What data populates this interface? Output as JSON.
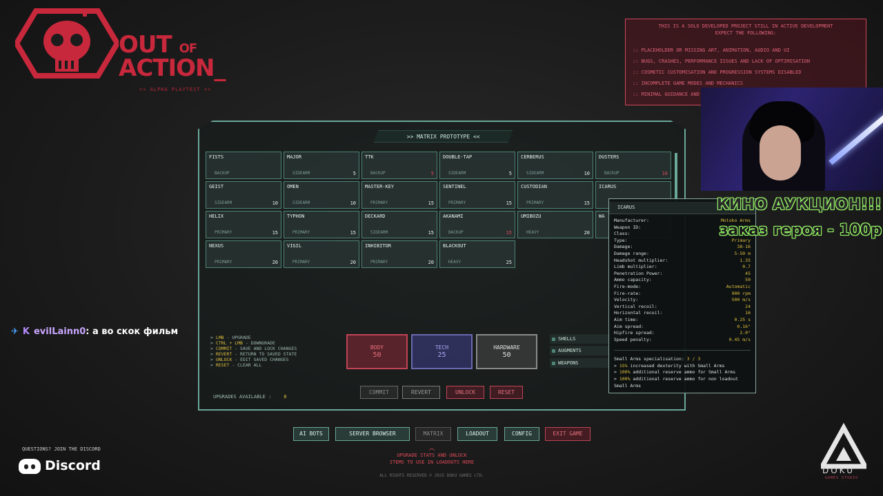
{
  "logo": {
    "line1": "OUT",
    "of": "OF",
    "line2": "ACTION_",
    "subtitle": ">> ALPHA PLAYTEST <<"
  },
  "notice": {
    "header": [
      "THIS IS A SOLO DEVELOPED PROJECT STILL IN ACTIVE DEVELOPMENT",
      "EXPECT THE FOLLOWING:"
    ],
    "items": [
      ":: PLACEHOLDER OR MISSING ART, ANIMATION, AUDIO AND UI",
      ":: BUGS, CRASHES, PERFORMANCE ISSUES AND LACK OF OPTIMISATION",
      ":: COSMETIC CUSTOMISATION AND PROGRESSION SYSTEMS DISABLED",
      ":: INCOMPLETE GAME MODES AND MECHANICS",
      ":: MINIMAL GUIDANCE AND"
    ]
  },
  "panel": {
    "title": ">> MATRIX PROTOTYPE <<"
  },
  "weapons": [
    {
      "name": "FISTS",
      "class": "BACKUP",
      "cost": ""
    },
    {
      "name": "MAJOR",
      "class": "SIDEARM",
      "cost": "5"
    },
    {
      "name": "TTK",
      "class": "BACKUP",
      "cost": "5",
      "red": true
    },
    {
      "name": "DOUBLE-TAP",
      "class": "SIDEARM",
      "cost": "5"
    },
    {
      "name": "CERBERUS",
      "class": "SIDEARM",
      "cost": "10"
    },
    {
      "name": "DUSTERS",
      "class": "BACKUP",
      "cost": "10",
      "red": true
    },
    {
      "name": "GEIST",
      "class": "SIDEARM",
      "cost": "10"
    },
    {
      "name": "OMEN",
      "class": "SIDEARM",
      "cost": "10"
    },
    {
      "name": "MASTER-KEY",
      "class": "PRIMARY",
      "cost": "15"
    },
    {
      "name": "SENTINEL",
      "class": "PRIMARY",
      "cost": "15"
    },
    {
      "name": "CUSTODIAN",
      "class": "PRIMARY",
      "cost": "15"
    },
    {
      "name": "ICARUS",
      "class": "",
      "cost": ""
    },
    {
      "name": "HELIX",
      "class": "PRIMARY",
      "cost": "15"
    },
    {
      "name": "TYPHON",
      "class": "PRIMARY",
      "cost": "15"
    },
    {
      "name": "DECKARD",
      "class": "SIDEARM",
      "cost": "15"
    },
    {
      "name": "AKANAMI",
      "class": "BACKUP",
      "cost": "15",
      "red": true
    },
    {
      "name": "UMIBOZU",
      "class": "HEAVY",
      "cost": "20"
    },
    {
      "name": "WA",
      "class": "",
      "cost": ""
    },
    {
      "name": "NEXUS",
      "class": "PRIMARY",
      "cost": "20"
    },
    {
      "name": "VIGIL",
      "class": "PRIMARY",
      "cost": "20"
    },
    {
      "name": "INHIBITOR",
      "class": "PRIMARY",
      "cost": "20"
    },
    {
      "name": "BLACKOUT",
      "class": "HEAVY",
      "cost": "25"
    }
  ],
  "hints": [
    {
      "key": "LMB",
      "text": " - Upgrade"
    },
    {
      "key": "CTRL + LMB",
      "text": " - Downgrade"
    },
    {
      "key": "COMMIT",
      "text": " - save and lock changes"
    },
    {
      "key": "REVERT",
      "text": " - return to saved state"
    },
    {
      "key": "UNLOCK",
      "text": " - edit saved changes"
    },
    {
      "key": "RESET",
      "text": " - clear all"
    }
  ],
  "upgrades": {
    "label": "UPGRADES AVAILABLE :",
    "value": "0"
  },
  "stats": {
    "body": {
      "label": "BODY",
      "value": "50"
    },
    "tech": {
      "label": "TECH",
      "value": "25"
    },
    "hardware": {
      "label": "HARDWARE",
      "value": "50"
    }
  },
  "side_list": [
    "SHELLS",
    "AUGMENTS",
    "WEAPONS"
  ],
  "actions": {
    "commit": "COMMIT",
    "revert": "REVERT",
    "unlock": "UNLOCK",
    "reset": "RESET"
  },
  "tooltip": {
    "title": "ICARUS",
    "rows": [
      {
        "k": "Manufacturer:",
        "v": "Motoko Arms"
      },
      {
        "k": "Weapon ID:",
        "v": ""
      },
      {
        "k": "Class:",
        "v": ""
      },
      {
        "k": "Type:",
        "v": "Primary"
      },
      {
        "k": "Damage:",
        "v": "38-16"
      },
      {
        "k": "Damage range:",
        "v": "5-50 m"
      },
      {
        "k": "Headshot multiplier:",
        "v": "1.35"
      },
      {
        "k": "Limb multiplier:",
        "v": "0.7"
      },
      {
        "k": "Penetration Power:",
        "v": "45"
      },
      {
        "k": "Ammo capacity:",
        "v": "50"
      },
      {
        "k": "Fire-mode:",
        "v": "Automatic"
      },
      {
        "k": "Fire-rate:",
        "v": "900 rpm"
      },
      {
        "k": "Velocity:",
        "v": "500 m/s"
      },
      {
        "k": "Vertical recoil:",
        "v": "24"
      },
      {
        "k": "Horizontal recoil:",
        "v": "16"
      },
      {
        "k": "Aim time:",
        "v": "0.25 s"
      },
      {
        "k": "Aim spread:",
        "v": "0.16°"
      },
      {
        "k": "Hipfire spread:",
        "v": "2.0°"
      },
      {
        "k": "Speed penalty:",
        "v": "0.45 m/s"
      }
    ],
    "spec_header": "Small Arms specialisation: ",
    "spec_value": "3 / 3",
    "spec_lines": [
      {
        "pct": "15%",
        "text": " increased dexterity with Small Arms"
      },
      {
        "pct": "100%",
        "text": " additional reserve ammo for Small Arms"
      },
      {
        "pct": "100%",
        "text": " additional reserve ammo for non loadout"
      }
    ],
    "spec_tail": "Small Arms"
  },
  "overlay": {
    "line1": "КИНО АУКЦИОН!!!",
    "line2": "заказ героя - 100р"
  },
  "chat": {
    "user": "evilLainn0",
    "message": ": а во скок фильм"
  },
  "nav": {
    "ai_bots": "AI BOTS",
    "server_browser": "SERVER BROWSER",
    "matrix": "MATRIX",
    "loadout": "LOADOUT",
    "config": "CONFIG",
    "exit_game": "EXIT GAME"
  },
  "nav_hint": [
    "UPGRADE STATS AND UNLOCK",
    "ITEMS TO USE IN LOADOUTS HERE"
  ],
  "copyright": "ALL RIGHTS RESERVED © 2025 DOKU GAMES LTD.",
  "discord": {
    "question": "QUESTIONS? JOIN THE DISCORD",
    "label": "Discord"
  },
  "studio": {
    "name": "DOKU",
    "sub": "GAMES STUDIO"
  },
  "colors": {
    "accent": "#6aa898",
    "red": "#c8283c",
    "yellow": "#e0c040",
    "tech": "#6a6ab0"
  }
}
